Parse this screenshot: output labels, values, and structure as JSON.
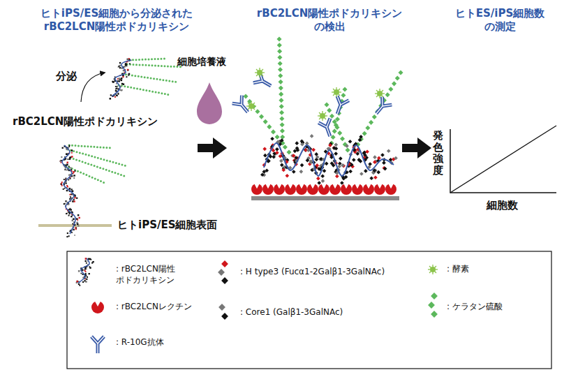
{
  "diagram": {
    "labels": [
      "ヒトiPS/ES細胞から分泌された rBC2LCN陽性ポドカリキシン",
      "rBC2LCN陽性ポドカリキシン の検出",
      "ヒトES/iPS細胞数 の測定",
      "分泌",
      "rBC2LCN陽性ポドカリキシン",
      "細胞培養液",
      "ヒトiPS/ES細胞表面",
      "発色強度",
      "細胞数"
    ],
    "legend": [
      {
        "text": ": rBC2LCN陽性 ポドカリキシン"
      },
      {
        "text": ": rBC2LCNレクチン"
      },
      {
        "text": ": R-10G抗体"
      },
      {
        "text": ": H type3 (Fucα1-2Galβ1-3GalNAc)"
      },
      {
        "text": ": Core1 (Galβ1-3GalNAc)"
      },
      {
        "text": ": 酵素"
      },
      {
        "text": ": ケラタン硫酸"
      }
    ]
  }
}
